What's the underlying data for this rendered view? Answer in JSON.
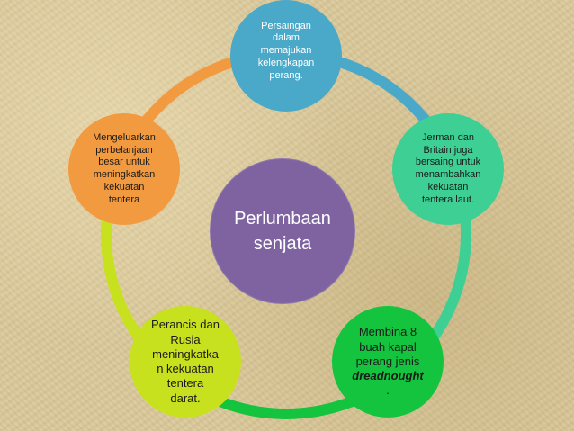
{
  "diagram": {
    "center": {
      "label_line1": "Perlumbaan",
      "label_line2": "senjata",
      "color": "#7f63a1"
    },
    "nodes": [
      {
        "id": "top",
        "color": "#4aa8c8",
        "text": "Persaingan\ndalam\nmemajukan\nkelengkapan\nperang."
      },
      {
        "id": "right",
        "color": "#3ecf94",
        "text": "Jerman dan\nBritain juga\nbersaing untuk\nmenambahkan\nkekuatan\ntentera laut."
      },
      {
        "id": "bottom_right",
        "color": "#14c43e",
        "text": "Membina 8\nbuah kapal\nperang  jenis",
        "emphasis": "dreadnought",
        "tail": "."
      },
      {
        "id": "bottom_left",
        "color": "#c8e11f",
        "text": "Perancis dan\nRusia\nmeningkatka\nn kekuatan\ntentera\ndarat."
      },
      {
        "id": "left",
        "color": "#f29a3f",
        "text": "Mengeluarkan\nperbelanjaan\nbesar  untuk\nmeningkatkan\nkekuatan\ntentera"
      }
    ],
    "ring_colors": [
      "#4aa8c8",
      "#3ecf94",
      "#14c43e",
      "#c8e11f",
      "#f29a3f"
    ]
  }
}
